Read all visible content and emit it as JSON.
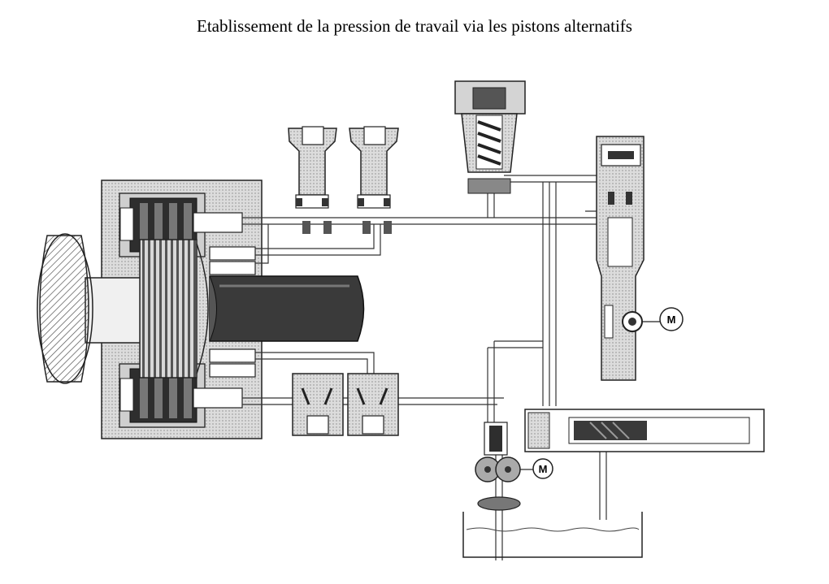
{
  "title": "Etablissement de la pression de travail via les pistons alternatifs",
  "labels": {
    "motor_right": "M",
    "motor_bottom": "M"
  },
  "colors": {
    "line": "#222222",
    "fill_light": "#e8e8e8",
    "fill_mid": "#bdbdbd",
    "fill_dark": "#3a3a3a",
    "pipe_fill": "#f6f6f6"
  }
}
